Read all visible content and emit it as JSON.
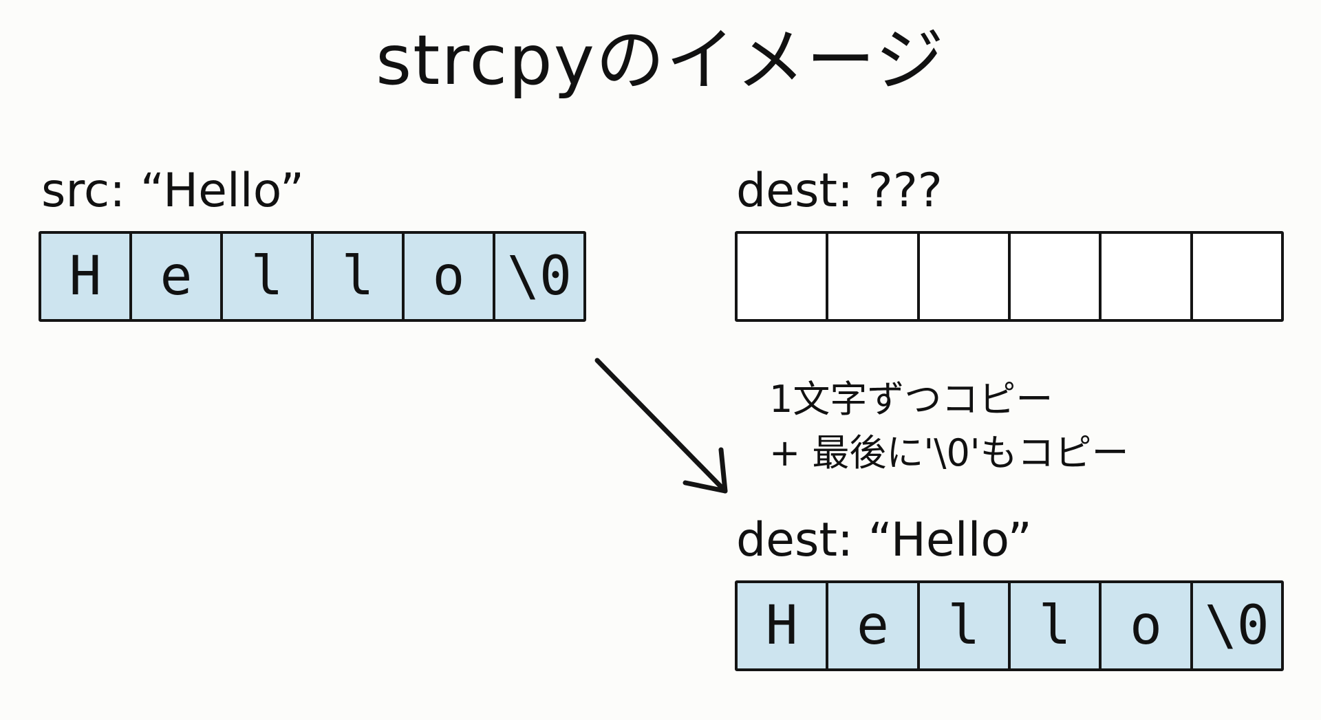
{
  "title": "strcpyのイメージ",
  "src": {
    "label": "src: “Hello”",
    "cells": [
      "H",
      "e",
      "l",
      "l",
      "o",
      "\\0"
    ]
  },
  "dest_before": {
    "label": "dest: ???",
    "cells": [
      "",
      "",
      "",
      "",
      "",
      ""
    ]
  },
  "copy_note": {
    "line1": "1文字ずつコピー",
    "line2": "+ 最後に'\\0'もコピー"
  },
  "dest_after": {
    "label": "dest: “Hello”",
    "cells": [
      "H",
      "e",
      "l",
      "l",
      "o",
      "\\0"
    ]
  },
  "colors": {
    "filled_cell": "#cde4ef",
    "empty_cell": "#ffffff",
    "stroke": "#141414"
  },
  "icons": {
    "copy_arrow": "arrow-down-right-icon"
  }
}
